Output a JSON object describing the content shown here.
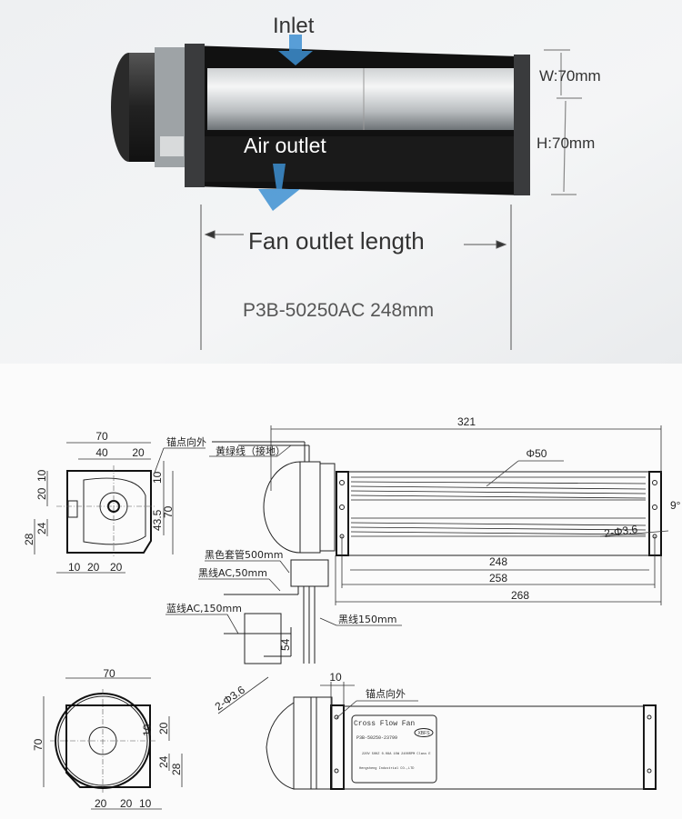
{
  "photo": {
    "inlet_label": "Inlet",
    "outlet_label": "Air outlet",
    "width_label": "W:70mm",
    "height_label": "H:70mm",
    "length_label": "Fan outlet length",
    "model_label": "P3B-50250AC  248mm",
    "arrow_color": "#3d8fd1"
  },
  "drawing": {
    "side_view": {
      "dims": [
        "70",
        "40",
        "20",
        "10",
        "20",
        "24",
        "28",
        "10",
        "20",
        "20",
        "43.5",
        "70",
        "10"
      ]
    },
    "front_view": {
      "overall_length": "321",
      "rotor_diameter": "Φ50",
      "hole_angle": "9°",
      "holes": "2-Φ3.6",
      "len_248": "248",
      "len_258": "258",
      "len_268": "268"
    },
    "wires": {
      "anchor_out": "锚点向外",
      "ground_wire": "黄绿线（接地）",
      "black_sleeve": "黑色套管500mm",
      "black_ac": "黑线AC,50mm",
      "blue_ac": "蓝线AC,150mm",
      "black_150": "黑线150mm",
      "cap_dim": "54",
      "cap_holes": "2-Φ3.6"
    },
    "end_view": {
      "dims": [
        "70",
        "70",
        "20",
        "24",
        "28",
        "20",
        "20",
        "10",
        "10"
      ]
    },
    "bottom_view": {
      "offset": "10",
      "anchor_out": "锚点向外",
      "plate_title": "Cross Flow Fan",
      "plate_model": "P3B-50250-23799",
      "plate_specs": "220V 50HZ 0.08A 10W 2400RPM Class E",
      "plate_maker": "Hengsheng Industrial CO.,LTD",
      "plate_logo": "XBFS"
    }
  }
}
